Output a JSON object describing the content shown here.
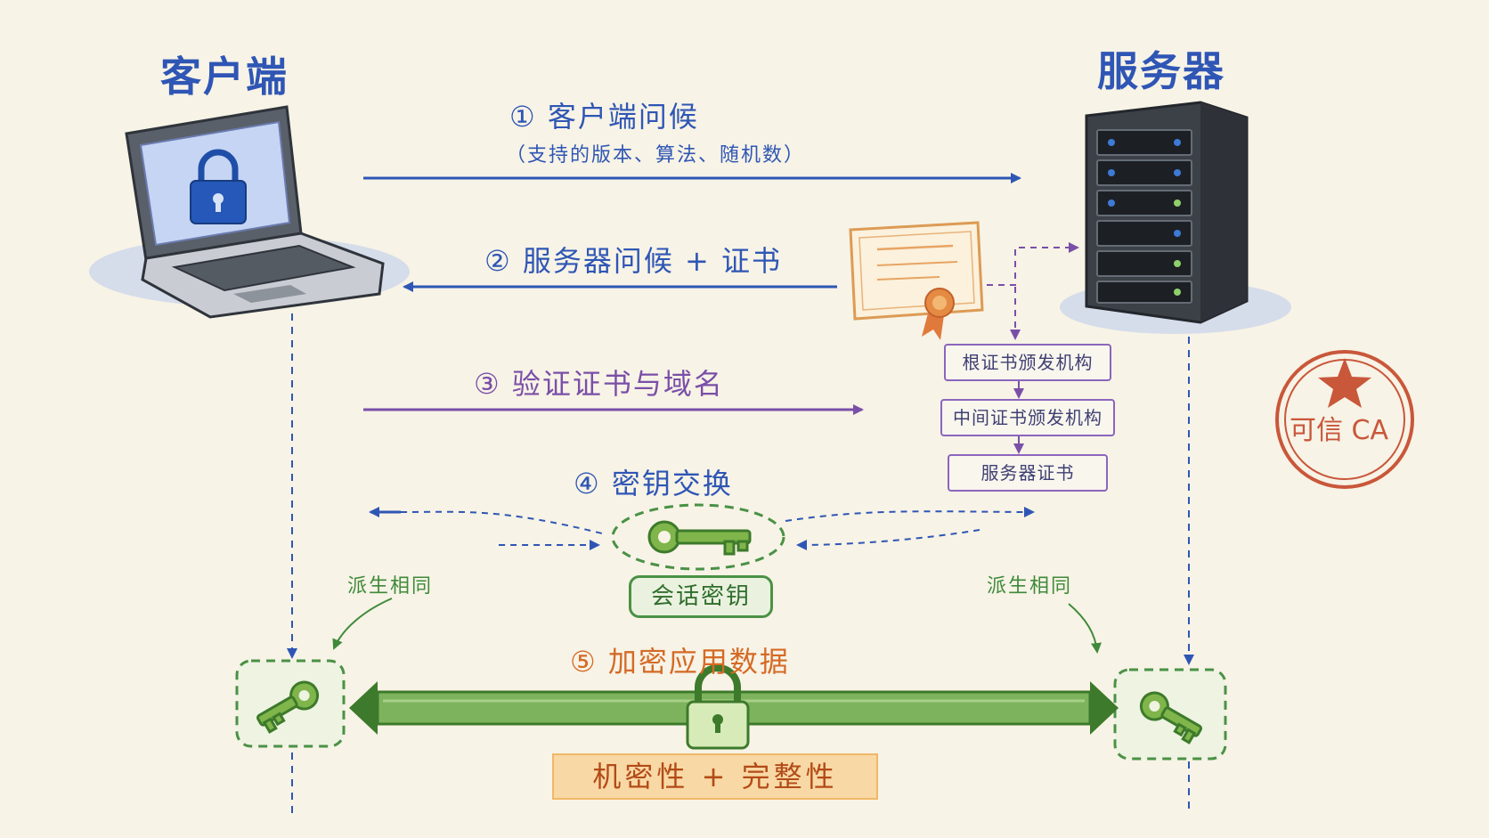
{
  "titles": {
    "client": "客户端",
    "server": "服务器"
  },
  "steps": {
    "s1": {
      "label": "① 客户端问候",
      "sub": "（支持的版本、算法、随机数）"
    },
    "s2": {
      "label": "② 服务器问候 + 证书"
    },
    "s3": {
      "label": "③ 验证证书与域名"
    },
    "s4": {
      "label": "④ 密钥交换"
    },
    "s5": {
      "label": "⑤ 加密应用数据"
    }
  },
  "chain": [
    "根证书颁发机构",
    "中间证书颁发机构",
    "服务器证书"
  ],
  "session_key": "会话密钥",
  "derive_left": "派生相同",
  "derive_right": "派生相同",
  "result": "机密性 + 完整性",
  "ca_seal": "可信 CA",
  "colors": {
    "blue": "#2f56b5",
    "purple": "#7a4fa8",
    "green": "#4a9145",
    "orange": "#d56a25",
    "seal": "#c9573a"
  }
}
